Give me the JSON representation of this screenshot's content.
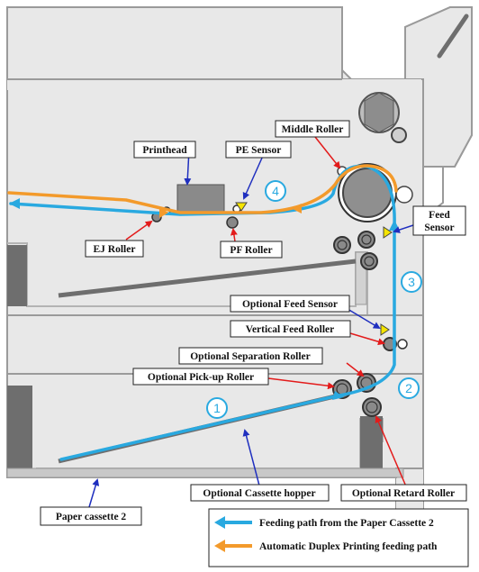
{
  "labels": {
    "middle_roller": "Middle Roller",
    "printhead": "Printhead",
    "pe_sensor": "PE Sensor",
    "feed_sensor_line1": "Feed",
    "feed_sensor_line2": "Sensor",
    "ej_roller": "EJ Roller",
    "pf_roller": "PF Roller",
    "optional_feed_sensor": "Optional Feed Sensor",
    "vertical_feed_roller": "Vertical Feed Roller",
    "optional_separation_roller": "Optional Separation Roller",
    "optional_pickup_roller": "Optional Pick-up Roller",
    "optional_cassette_hopper": "Optional Cassette hopper",
    "optional_retard_roller": "Optional Retard Roller",
    "paper_cassette_2": "Paper cassette 2"
  },
  "steps": [
    "1",
    "2",
    "3",
    "4"
  ],
  "legend": {
    "blue": "Feeding path from the Paper Cassette 2",
    "orange": "Automatic Duplex Printing feeding path"
  },
  "colors": {
    "blue_path": "#29a9e0",
    "orange_path": "#f39a2b",
    "printer_body": "#e8e8e8",
    "printer_outline": "#9a9a9a",
    "red_arrow": "#e31b1b",
    "blue_arrow": "#1f2fbf",
    "sensor": "#f5e400"
  }
}
